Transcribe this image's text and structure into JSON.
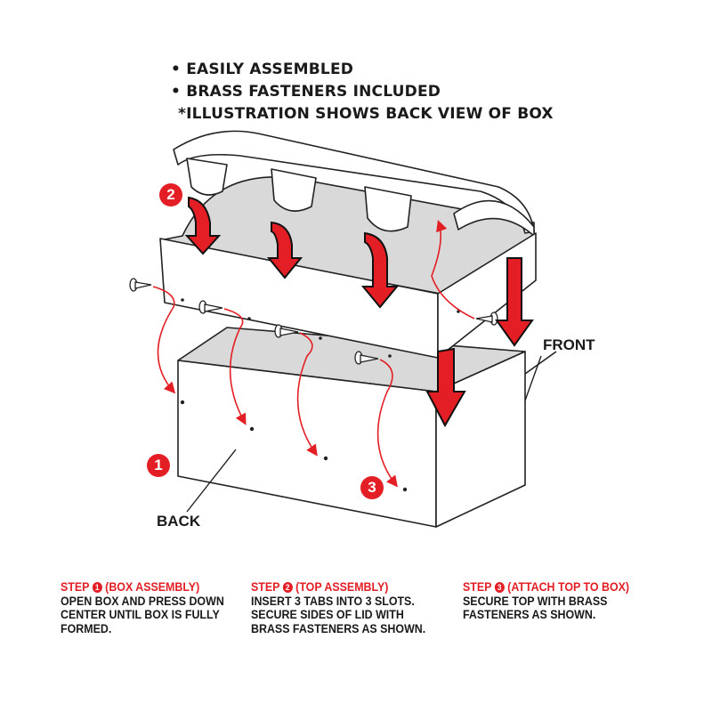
{
  "header": {
    "bullets": [
      "EASILY ASSEMBLED",
      "BRASS FASTENERS INCLUDED"
    ],
    "note": "*ILLUSTRATION SHOWS BACK VIEW OF BOX"
  },
  "labels": {
    "front": "FRONT",
    "back": "BACK"
  },
  "badges": {
    "step1": "1",
    "step2": "2",
    "step3": "3"
  },
  "steps": [
    {
      "prefix": "STEP",
      "num": "1",
      "title": "(BOX ASSEMBLY)",
      "text": "OPEN BOX AND PRESS DOWN CENTER UNTIL BOX IS FULLY FORMED."
    },
    {
      "prefix": "STEP",
      "num": "2",
      "title": "(TOP ASSEMBLY)",
      "text": "INSERT 3 TABS INTO 3 SLOTS. SECURE SIDES OF LID WITH BRASS FASTENERS AS SHOWN."
    },
    {
      "prefix": "STEP",
      "num": "3",
      "title": "(ATTACH TOP TO BOX)",
      "text": "SECURE TOP WITH BRASS FASTENERS AS SHOWN."
    }
  ],
  "colors": {
    "accent": "#e31e24",
    "text": "#1a1a1a",
    "shade": "#d9d9d9"
  }
}
